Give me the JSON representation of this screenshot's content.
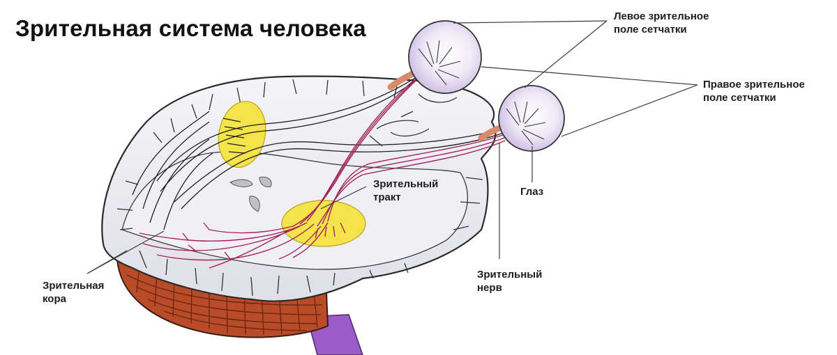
{
  "title": "Зрительная система человека",
  "labels": {
    "left_field": [
      "Левое зрительное",
      "поле сетчатки"
    ],
    "right_field": [
      "Правое зрительное",
      "поле сетчатки"
    ],
    "optic_tract": [
      "Зрительный",
      "тракт"
    ],
    "eye": [
      "Глаз"
    ],
    "optic_nerve": [
      "Зрительный",
      "нерв"
    ],
    "visual_cortex": [
      "Зрительная",
      "кора"
    ]
  },
  "colors": {
    "brain_fill": "#ebebf0",
    "brain_outline": "#2a2a2a",
    "nucleus_fill": "#f4e34a",
    "tract_color": "#a3235a",
    "cerebellum": "#b84c28",
    "brainstem": "#9b5bc8",
    "eye_fill": "#ece6f4",
    "leader_line": "#3a3a3a"
  }
}
